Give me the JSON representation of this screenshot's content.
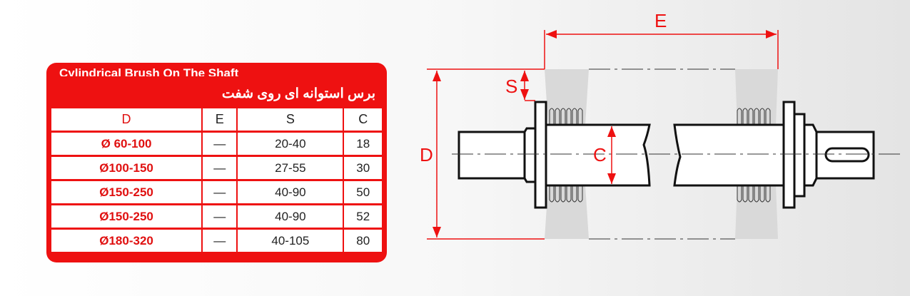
{
  "table": {
    "title_en": "Cylindrical Brush On The Shaft",
    "title_fa": "برس استوانه ای روی شفت",
    "headers": [
      "D",
      "E",
      "S",
      "C"
    ],
    "rows": [
      {
        "d": "60-100",
        "e": "—",
        "s": "20-40",
        "c": "18"
      },
      {
        "d": "100-150",
        "e": "—",
        "s": "27-55",
        "c": "30"
      },
      {
        "d": "150-250",
        "e": "—",
        "s": "40-90",
        "c": "50"
      },
      {
        "d": "150-250",
        "e": "—",
        "s": "40-90",
        "c": "52"
      },
      {
        "d": "180-320",
        "e": "—",
        "s": "40-105",
        "c": "80"
      }
    ],
    "diameter_symbol": "Ø"
  },
  "diagram": {
    "label_e": "E",
    "label_s": "S",
    "label_d": "D",
    "label_c": "C"
  },
  "colors": {
    "accent": "#ee1111"
  }
}
